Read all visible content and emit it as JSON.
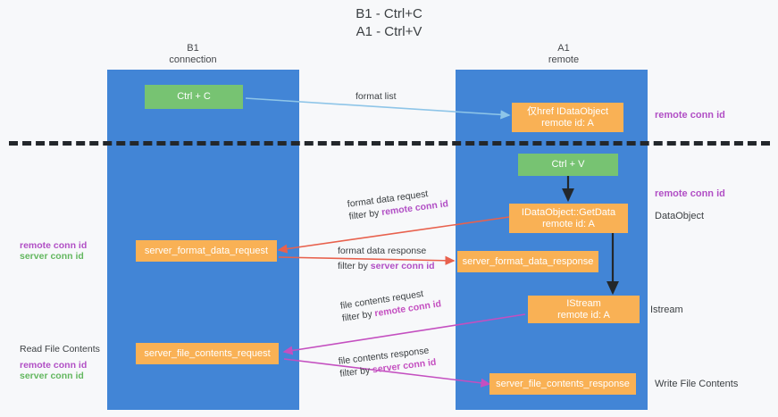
{
  "title": {
    "line1": "B1 - Ctrl+C",
    "line2": "A1 - Ctrl+V"
  },
  "lanes": [
    {
      "id": "b1",
      "head_line1": "B1",
      "head_line2": "connection",
      "color": "#4285d6"
    },
    {
      "id": "a1",
      "head_line1": "A1",
      "head_line2": "remote",
      "color": "#4285d6"
    }
  ],
  "colors": {
    "lane": "#4285d6",
    "green_box": "#77c372",
    "orange_box": "#f9b155",
    "purple_text": "#b14fc5",
    "green_text": "#63b75f",
    "magenta_text": "#c44fc0",
    "arrow_lightblue": "#8ec5e8",
    "arrow_red": "#e8614d",
    "arrow_magenta": "#c44fc0",
    "arrow_dark": "#23272b",
    "divider": "#23272b",
    "background": "#f7f8fa"
  },
  "nodes": {
    "ctrl_c": {
      "label": "Ctrl + C",
      "style": "green"
    },
    "idataobject_remote": {
      "line1": "仅href IDataObject",
      "line2": "remote id: A",
      "style": "orange"
    },
    "ctrl_v": {
      "label": "Ctrl + V",
      "style": "green"
    },
    "getdata": {
      "line1": "IDataObject::GetData",
      "line2": "remote id: A",
      "style": "orange"
    },
    "server_format_data_request": {
      "label": "server_format_data_request",
      "style": "orange"
    },
    "server_format_data_response": {
      "label": "server_format_data_response",
      "style": "orange"
    },
    "istream": {
      "line1": "IStream",
      "line2": "remote id: A",
      "style": "orange"
    },
    "server_file_contents_request": {
      "label": "server_file_contents_request",
      "style": "orange"
    },
    "server_file_contents_response": {
      "label": "server_file_contents_response",
      "style": "orange"
    }
  },
  "edge_labels": {
    "format_list": "format list",
    "format_data_request": {
      "line1": "format data request",
      "line2_prefix": "filter by ",
      "line2_key": "remote conn id"
    },
    "format_data_response": {
      "line1": "format data response",
      "line2_prefix": "filter by ",
      "line2_key": "server conn id"
    },
    "file_contents_request": {
      "line1": "file contents request",
      "line2_prefix": "filter by ",
      "line2_key": "remote conn id"
    },
    "file_contents_response": {
      "line1": "file contents response",
      "line2_prefix": "filter by ",
      "line2_key": "server conn id"
    }
  },
  "annotations": {
    "right_remote_conn_id_top": "remote conn id",
    "right_remote_conn_id_mid": "remote conn id",
    "right_dataobject": "DataObject",
    "right_istream": "Istream",
    "right_write_file_contents": "Write File Contents",
    "left_mid_remote": "remote conn id",
    "left_mid_server": "server conn id",
    "left_read_file_contents": "Read File Contents",
    "left_low_remote": "remote conn id",
    "left_low_server": "server conn id"
  }
}
